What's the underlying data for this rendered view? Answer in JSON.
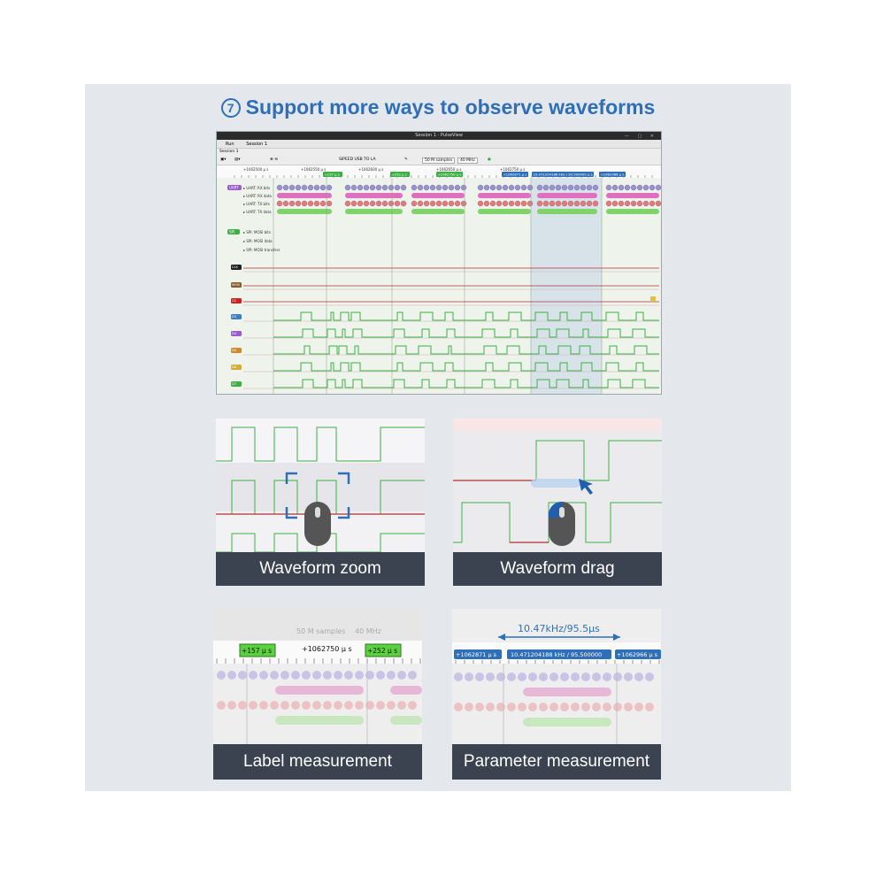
{
  "headline": {
    "number": "7",
    "text": "Support more ways to observe waveforms"
  },
  "window": {
    "title": "Session 1 - PulseView",
    "tabs": [
      "Run",
      "Session 1"
    ],
    "session_label": "Session 1",
    "device": "SIPEED USB TO LA",
    "samples": "50 M samples",
    "rate": "40 MHz"
  },
  "ruler": {
    "ticks": [
      "+1062500 μ s",
      "+1062550 μ s",
      "+1062600 μ s",
      "+1062650 μ s",
      "+1062750 μ s"
    ],
    "markers": [
      "+157 μ s",
      "+252 μ s",
      "+1062871 μ s",
      "10.471204188 kHz / 95.500000 μ s",
      "+1062966 μ s"
    ]
  },
  "decoders": {
    "uart_tag": "UART",
    "uart_rows": [
      "UART: RX bits",
      "UART: RX data",
      "UART: TX bits",
      "UART: TX data"
    ],
    "spi_tag": "SPI",
    "spi_rows": [
      "SPI: MOSI bits",
      "SPI: MOSI data",
      "SPI: MOSI transfers"
    ]
  },
  "channels": [
    "CLK",
    "MOSI",
    "CS",
    "D3",
    "D4",
    "D5",
    "D6",
    "D7"
  ],
  "cards": {
    "zoom": "Waveform zoom",
    "drag": "Waveform drag",
    "label": "Label measurement",
    "param": "Parameter measurement"
  },
  "label_card": {
    "samples": "50 M samples",
    "rate": "40 MHz",
    "marker_a": "+157 μ s",
    "marker_b": "+252 μ s",
    "center_tick": "+1062750 μ s"
  },
  "param_card": {
    "measure": "10.47kHz/95.5μs",
    "left": "+1062871 μ s",
    "mid": "10.471204188 kHz / 95.500000",
    "right": "+1062966 μ s"
  },
  "colors": {
    "accent": "#2f6fb8",
    "caption_bg": "#3b4250",
    "uart": "#9b59d0",
    "spi": "#3cb043"
  }
}
